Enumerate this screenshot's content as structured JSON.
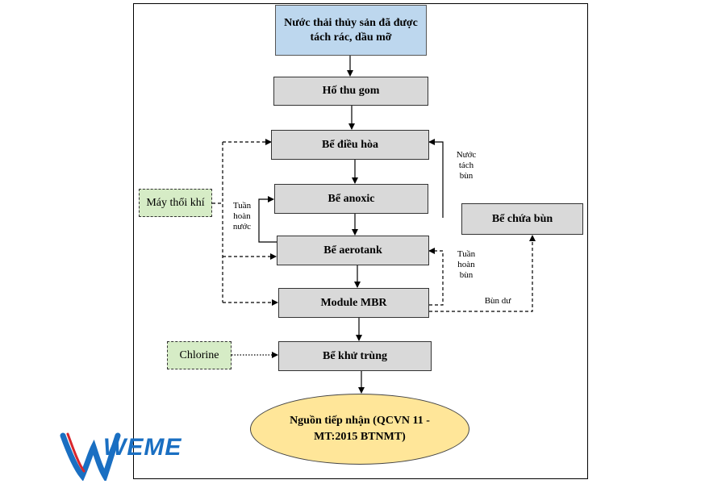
{
  "nodes": {
    "input": "Nước thải thủy sản đã được tách rác, dầu mỡ",
    "collection_tank": "Hố thu gom",
    "equalization_tank": "Bể điều hòa",
    "anoxic_tank": "Bể anoxic",
    "aerotank": "Bể aerotank",
    "mbr_module": "Module MBR",
    "disinfection_tank": "Bể khử trùng",
    "receiving_source": "Nguồn tiếp nhận (QCVN 11 - MT:2015 BTNMT)",
    "sludge_tank": "Bể chứa bùn",
    "blower": "Máy thổi khí",
    "chlorine": "Chlorine"
  },
  "edge_labels": {
    "water_recirculation": "Tuần hoàn nước",
    "sludge_recirculation": "Tuần hoàn bùn",
    "separated_water": "Nước tách bùn",
    "excess_sludge": "Bùn dư"
  },
  "logo": {
    "text": "WEME"
  },
  "colors": {
    "input_fill": "#bdd7ee",
    "process_fill": "#d9d9d9",
    "side_fill": "#d6ecc6",
    "output_fill": "#ffe699",
    "logo_blue": "#1a6fc2",
    "logo_red": "#d9262c"
  }
}
